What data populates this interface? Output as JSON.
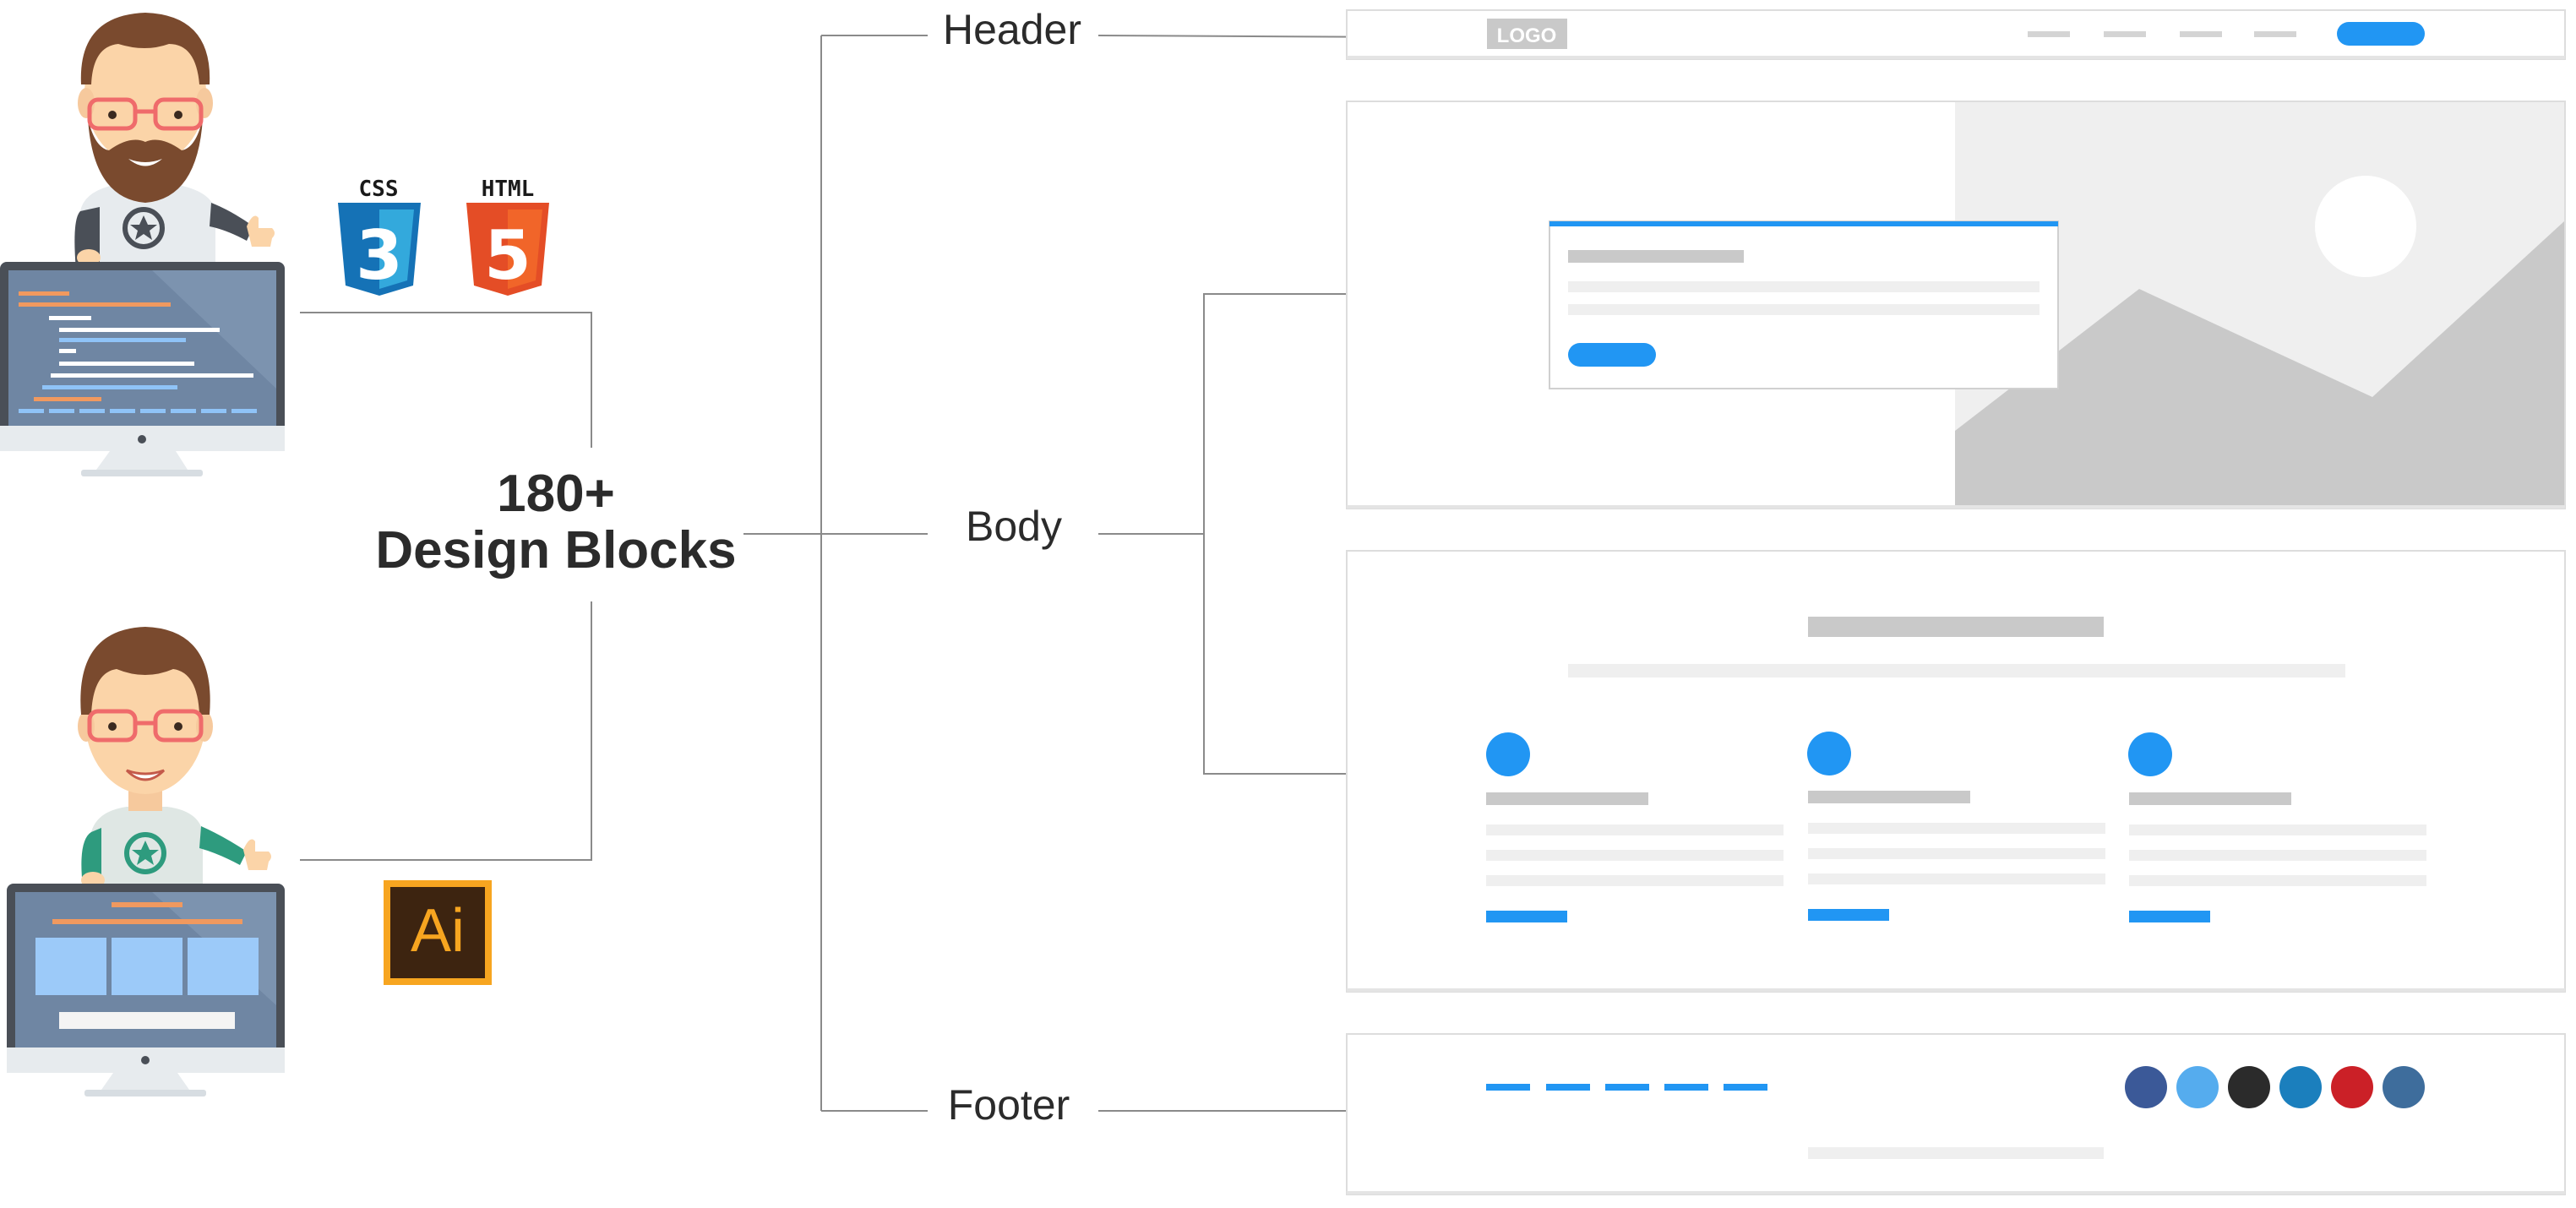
{
  "center": {
    "line1": "180+",
    "line2": "Design Blocks"
  },
  "sections": {
    "header": "Header",
    "body": "Body",
    "footer": "Footer"
  },
  "badges": {
    "css": "CSS",
    "css_number": "3",
    "html": "HTML",
    "html_number": "5",
    "ai": "Ai"
  },
  "mockup": {
    "logo": "LOGO"
  },
  "icons": {
    "css": "css3-logo-icon",
    "html": "html5-logo-icon",
    "illustrator": "adobe-illustrator-icon",
    "image_placeholder": "image-placeholder-icon"
  },
  "colors": {
    "accent": "#2196f3",
    "line": "#8a8a8a",
    "placeholder_dark": "#c9c9c9",
    "placeholder_light": "#efefef",
    "social": [
      "#3b5998",
      "#55acee",
      "#2b2b2b",
      "#1b7fbd",
      "#cb2027",
      "#3e6d9c"
    ]
  }
}
